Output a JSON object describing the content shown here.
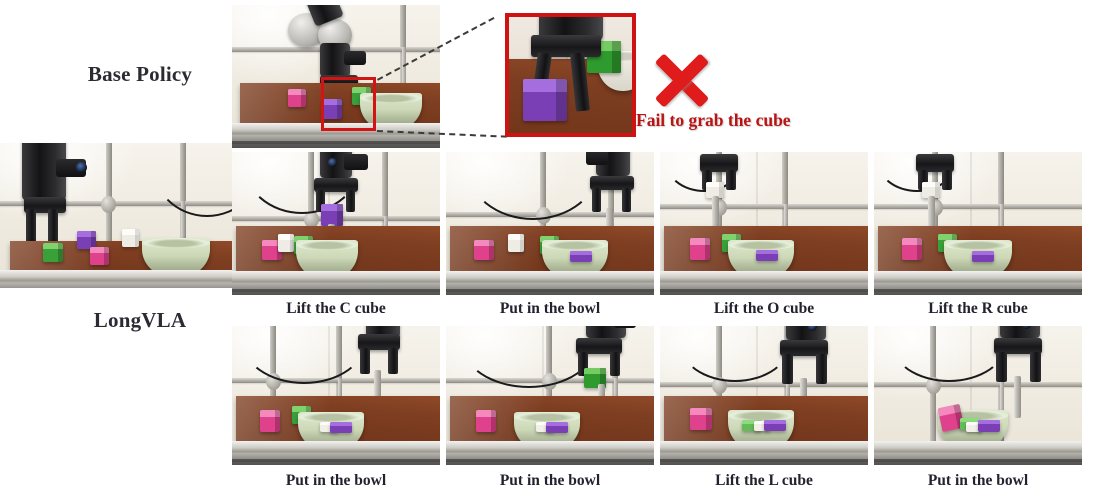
{
  "figure": {
    "type": "robot-manipulation-qualitative-comparison",
    "background_color": "#ffffff"
  },
  "row_labels": {
    "base_policy": "Base Policy",
    "longvla": "LongVLA"
  },
  "initial_scene": {
    "name": "initial-observation",
    "objects": [
      "green cube",
      "purple cube",
      "pink cube",
      "white cube",
      "green bowl",
      "robot gripper"
    ]
  },
  "base_policy_row": {
    "panel": {
      "name": "base-policy-failure-frame",
      "highlight_box_color": "#d21414"
    },
    "inset": {
      "name": "zoomed-gripper-inset",
      "border_color": "#cf1212"
    },
    "x_mark": {
      "icon": "red-cross-icon",
      "color": "#e01b1b"
    },
    "failure_text": "Fail to grab the cube",
    "failure_text_color": "#b81414"
  },
  "longvla_rows": [
    {
      "row": 1,
      "frames": [
        {
          "caption": "Lift the C cube",
          "held_cube": "purple",
          "bowl_contents": []
        },
        {
          "caption": "Put in the bowl",
          "held_cube": "none",
          "bowl_contents": [
            "purple"
          ]
        },
        {
          "caption": "Lift the O cube",
          "held_cube": "white",
          "bowl_contents": [
            "purple"
          ]
        },
        {
          "caption": "Lift the R cube",
          "held_cube": "white",
          "bowl_contents": [
            "purple"
          ]
        }
      ]
    },
    {
      "row": 2,
      "frames": [
        {
          "caption": "Put in the bowl",
          "held_cube": "none",
          "bowl_contents": [
            "purple",
            "white"
          ]
        },
        {
          "caption": "Put in the bowl",
          "held_cube": "green",
          "bowl_contents": [
            "purple",
            "white"
          ]
        },
        {
          "caption": "Lift the L cube",
          "held_cube": "none",
          "bowl_contents": [
            "purple",
            "white",
            "green"
          ]
        },
        {
          "caption": "Put in the bowl",
          "held_cube": "pink",
          "bowl_contents": [
            "purple",
            "white",
            "green",
            "pink"
          ]
        }
      ]
    }
  ],
  "colors": {
    "cube_purple": "#7b3fb5",
    "cube_pink": "#e0418c",
    "cube_green": "#3fa83f",
    "cube_white": "#f2f0ea",
    "bowl_green": "#cdd9b8",
    "table_wood": "#7e3e21",
    "accent_red": "#d21414"
  }
}
